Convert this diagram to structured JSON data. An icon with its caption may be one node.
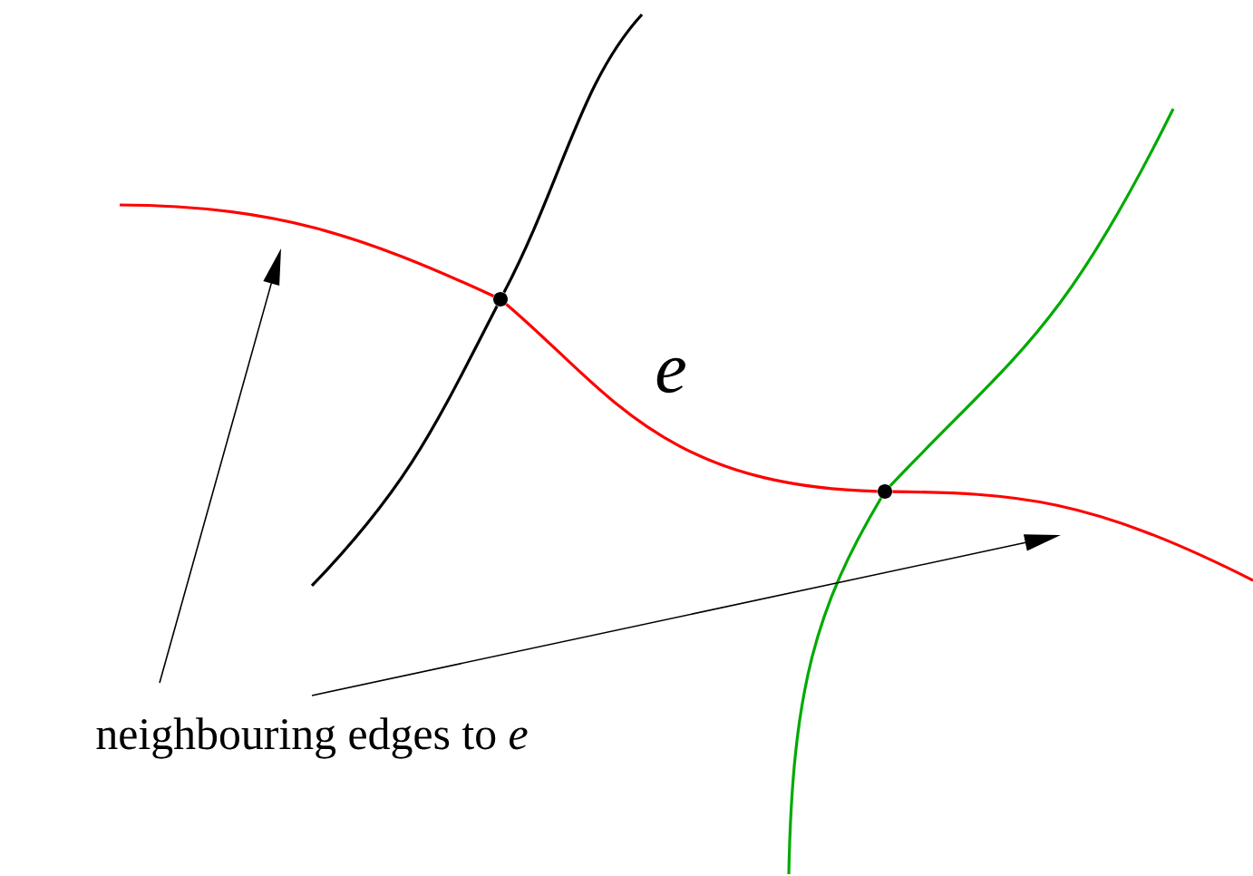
{
  "diagram": {
    "nodes": [
      {
        "text": [],
        "shape": "circle"
      },
      {
        "text": [],
        "shape": "circle"
      },
      {
        "text": [
          "neighbouring edges to *e*"
        ]
      }
    ],
    "edges": [
      {
        "from": null,
        "to": 0,
        "arrow": "none",
        "color": "#ff0000"
      },
      {
        "from": 0,
        "to": 1,
        "arrow": "none",
        "color": "#ff0000",
        "label": "e"
      },
      {
        "from": 1,
        "to": null,
        "arrow": "none",
        "color": "#ff0000"
      },
      {
        "from": null,
        "to": 0,
        "arrow": "none"
      },
      {
        "from": 0,
        "to": null,
        "arrow": "none"
      },
      {
        "from": null,
        "to": 1,
        "arrow": "none",
        "color": "#00aa00"
      },
      {
        "from": 1,
        "to": null,
        "arrow": "none",
        "color": "#00aa00"
      },
      {
        "from": 2,
        "to": null,
        "arrow": "to"
      },
      {
        "from": 2,
        "to": null,
        "arrow": "to"
      }
    ]
  }
}
